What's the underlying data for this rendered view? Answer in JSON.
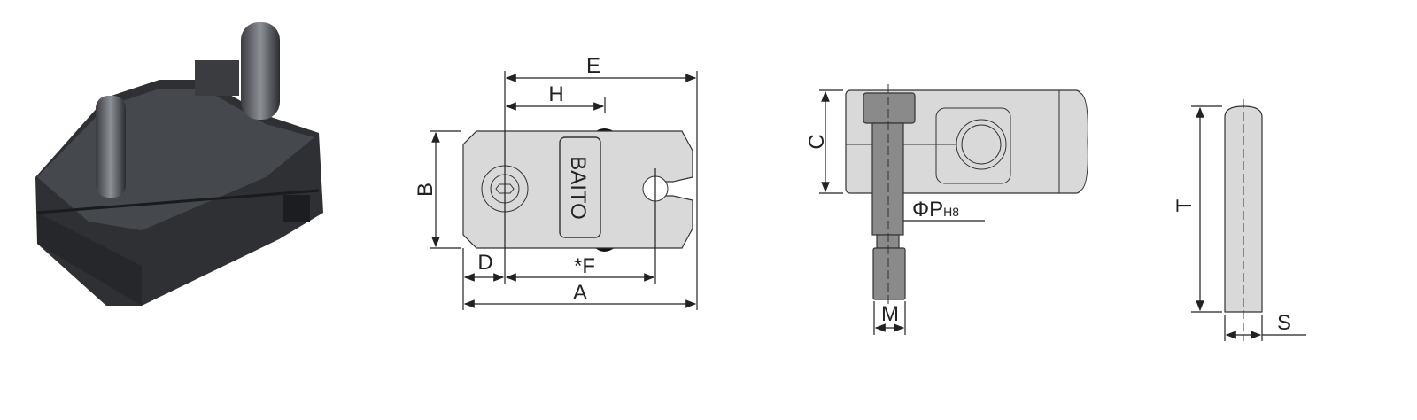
{
  "product": {
    "brand_mark": "BAITO"
  },
  "dimensions": {
    "A": "A",
    "B": "B",
    "C": "C",
    "D": "D",
    "E": "E",
    "F": "*F",
    "H": "H",
    "P": "ΦP",
    "P_tolerance": "H8",
    "M": "M",
    "T": "T",
    "S": "S"
  },
  "colors": {
    "part_fill": "#d9d9d9",
    "bolt_fill": "#8a8a8a",
    "photo_body": "#2e3034"
  }
}
